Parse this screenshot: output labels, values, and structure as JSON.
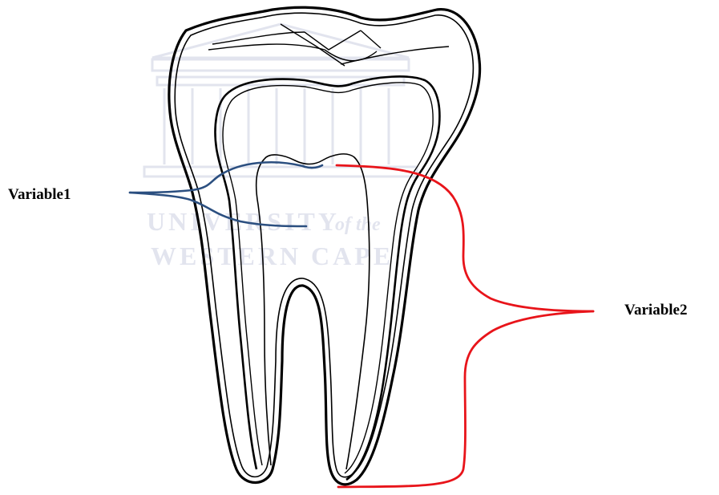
{
  "labels": {
    "variable1": "Variable1",
    "variable2": "Variable2"
  },
  "watermark": {
    "line1": "UNIVERSITY",
    "line1_italic": "of the",
    "line2": "WESTERN CAPE"
  },
  "colors": {
    "background": "#ffffff",
    "outline": "#000000",
    "watermark": "#dde0ec",
    "variable1_bracket": "#2b4f80",
    "variable2_bracket": "#e8141a"
  }
}
